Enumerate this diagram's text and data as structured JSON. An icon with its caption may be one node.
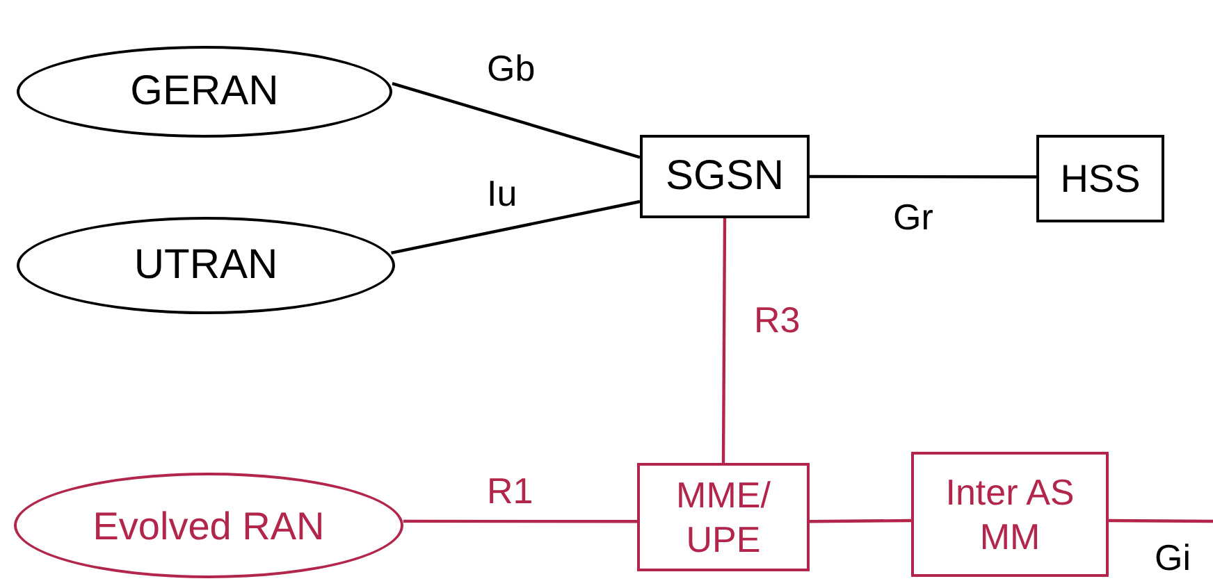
{
  "diagram": {
    "nodes": [
      {
        "text": [
          "GERAN"
        ]
      },
      {
        "text": [
          "UTRAN"
        ]
      },
      {
        "text": [
          "SGSN"
        ]
      },
      {
        "text": [
          "HSS"
        ]
      },
      {
        "text": [
          "Evolved RAN"
        ]
      },
      {
        "text": [
          "MME/ UPE"
        ]
      },
      {
        "text": [
          "Inter AS MM"
        ]
      }
    ],
    "edges": [
      {
        "from": 0,
        "to": 2,
        "arrow": "none",
        "label": "Gb",
        "color": "#000000"
      },
      {
        "from": 1,
        "to": 2,
        "arrow": "none",
        "label": "Iu",
        "color": "#000000"
      },
      {
        "from": 2,
        "to": 3,
        "arrow": "none",
        "label": "Gr",
        "color": "#000000"
      },
      {
        "from": 2,
        "to": 5,
        "arrow": "none",
        "label": "R3"
      },
      {
        "from": 4,
        "to": 5,
        "arrow": "none",
        "label": "R1"
      },
      {
        "from": 5,
        "to": 6,
        "arrow": "none"
      },
      {
        "from": 6,
        "to": null,
        "arrow": "none",
        "label": "Gi"
      }
    ]
  }
}
